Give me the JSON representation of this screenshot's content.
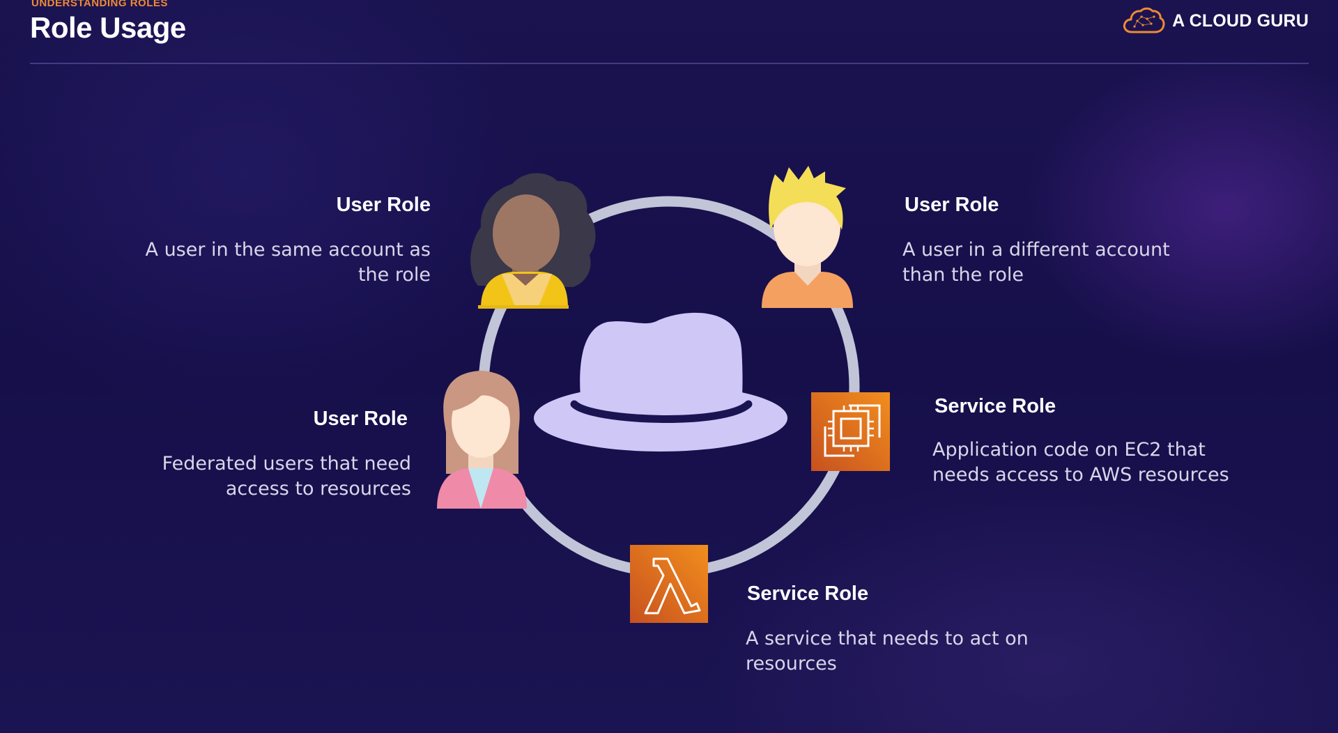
{
  "header": {
    "eyebrow": "UNDERSTANDING ROLES",
    "title": "Role Usage",
    "brand_text": "A CLOUD GURU"
  },
  "colors": {
    "accent_orange": "#f08a32",
    "ring": "#c2c4d8",
    "hat": "#cfc8f6",
    "aws_orange": "#e8761a"
  },
  "roles": [
    {
      "title": "User Role",
      "description": "A user in the same account as the role",
      "icon": "user-curly-hair-icon"
    },
    {
      "title": "User Role",
      "description": "A user in a different account than the role",
      "icon": "user-blonde-icon"
    },
    {
      "title": "User Role",
      "description": "Federated users that need access to resources",
      "icon": "user-long-hair-icon"
    },
    {
      "title": "Service Role",
      "description": "Application code on EC2 that needs access to AWS resources",
      "icon": "ec2-icon"
    },
    {
      "title": "Service Role",
      "description": "A service that needs to act on resources",
      "icon": "lambda-icon"
    }
  ],
  "center_icon": "hat-icon"
}
